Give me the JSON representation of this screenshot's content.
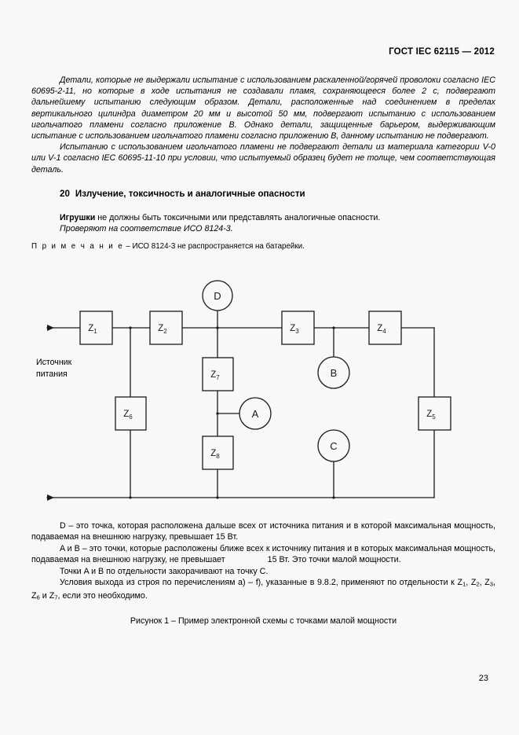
{
  "document": {
    "header": "ГОСТ IEC 62115 — 2012",
    "page_number": "23"
  },
  "intro": {
    "paragraph_1": "Детали, которые не выдержали испытание с использованием раскаленной/горячей проволоки согласно IEC 60695-2-11, но которые в ходе испытания не создавали пламя, сохраняющееся более 2 с, подвергают дальнейшему испытанию следующим образом. Детали, расположенные над соединением в пределах вертикального цилиндра диаметром 20 мм и высотой 50 мм, подвергают испытанию с использованием игольчатого пламени согласно приложение B. Однако детали, защищенные барьером, выдерживающим испытание с использованием игольчатого пламени согласно приложению B, данному испытанию не подвергают.",
    "paragraph_2": "Испытанию с использованием игольчатого пламени не подвергают детали из материала категории V-0 или V-1 согласно IEC 60695-11-10 при условии, что испытуемый образец будет не толще, чем соответствующая деталь."
  },
  "section": {
    "number": "20",
    "title": "Излучение, токсичность и аналогичные опасности",
    "clause_bold": "Игрушки",
    "clause_rest": " не должны быть токсичными или представлять аналогичные опасности.",
    "clause_italic": "Проверяют на соответствие ИСО 8124-3.",
    "note_label": "П р и м е ч а н и е",
    "note_text": " – ИСО 8124-3 не распространяется на батарейки."
  },
  "figure": {
    "source_label": "Источник\nпитания",
    "caption": "Рисунок 1 – Пример электронной схемы с точками малой мощности",
    "impedances": [
      {
        "id": "Z1",
        "label": "Z",
        "sub": "1"
      },
      {
        "id": "Z2",
        "label": "Z",
        "sub": "2"
      },
      {
        "id": "Z3",
        "label": "Z",
        "sub": "3"
      },
      {
        "id": "Z4",
        "label": "Z",
        "sub": "4"
      },
      {
        "id": "Z5",
        "label": "Z",
        "sub": "5"
      },
      {
        "id": "Z6",
        "label": "Z",
        "sub": "6"
      },
      {
        "id": "Z7",
        "label": "Z",
        "sub": "7"
      },
      {
        "id": "Z8",
        "label": "Z",
        "sub": "8"
      }
    ],
    "nodes": [
      {
        "id": "A",
        "label": "A"
      },
      {
        "id": "B",
        "label": "B"
      },
      {
        "id": "C",
        "label": "C"
      },
      {
        "id": "D",
        "label": "D"
      }
    ],
    "line_color": "#1a1a1a"
  },
  "explanation": {
    "p1": "D – это точка, которая расположена дальше всех от источника питания и в которой максимальная мощность, подаваемая на внешнюю нагрузку, превышает 15 Вт.",
    "p2_part1": "A и B – это точки, которые расположены ближе всех к источнику питания и в которых максимальная мощность, подаваемая на внешнюю нагрузку, не превышает",
    "p2_part2": "15 Вт. Это точки малой мощности.",
    "p3": "Точки A и B по отдельности закорачивают на точку C.",
    "p4_part1": "Условия выхода из строя по перечислениям a) – f), указанные в 9.8.2, применяют по отдельности к Z",
    "p4_sub1": "1",
    "p4_mid1": ", Z",
    "p4_sub2": "2",
    "p4_mid2": ", Z",
    "p4_sub3": "3",
    "p4_mid3": ", Z",
    "p4_sub4": "6",
    "p4_mid4": " и Z",
    "p4_sub5": "7",
    "p4_end": ", если это необходимо."
  }
}
